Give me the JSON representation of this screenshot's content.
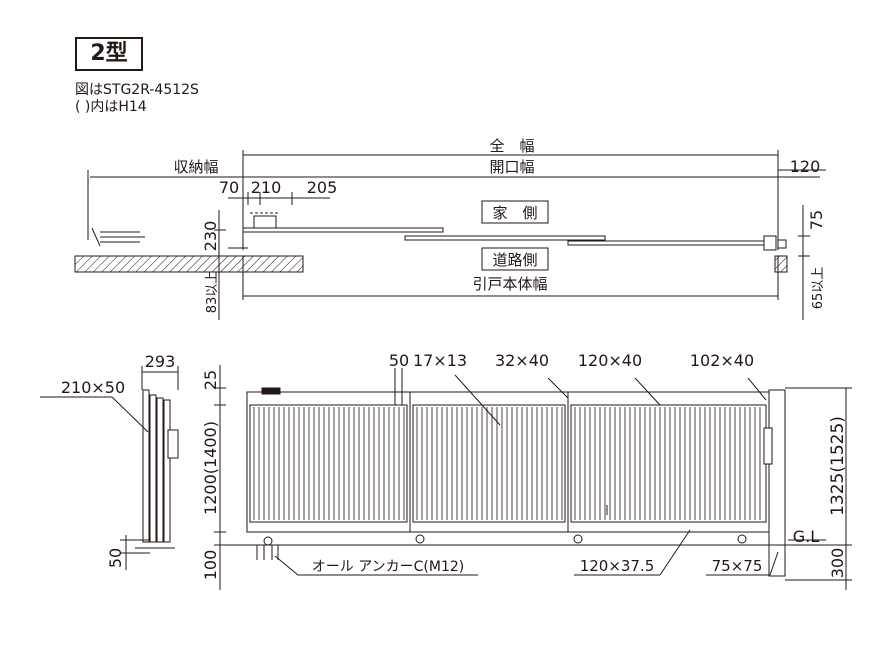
{
  "header": {
    "title": "2型",
    "note_model": "図はSTG2R-4512S",
    "note_paren": "(  )内はH14"
  },
  "plan": {
    "overall_width": "全　幅",
    "opening_width": "開口幅",
    "dim_120": "120",
    "storage_width": "収納幅",
    "dim_70": "70",
    "dim_210": "210",
    "dim_205": "205",
    "house_side": "家　側",
    "road_side": "道路側",
    "gate_body_width": "引戸本体幅",
    "dim_230": "230",
    "dim_83": "83以上",
    "dim_75": "75",
    "dim_65": "65以上"
  },
  "elevation": {
    "dim_293": "293",
    "dim_210x50": "210×50",
    "dim_50_top": "50",
    "dim_17x13": "17×13",
    "dim_32x40": "32×40",
    "dim_120x40": "120×40",
    "dim_102x40": "102×40",
    "dim_25": "25",
    "dim_1200": "1200(1400)",
    "dim_100": "100",
    "dim_50_side": "50",
    "anchor": "オール アンカーC(M12)",
    "dim_120x375": "120×37.5",
    "dim_75x75": "75×75",
    "gl": "G.L",
    "dim_1325": "1325(1525)",
    "dim_300": "300"
  },
  "colors": {
    "ink": "#231815",
    "hatch": "#231815",
    "panel_fill": "#ffffff"
  }
}
